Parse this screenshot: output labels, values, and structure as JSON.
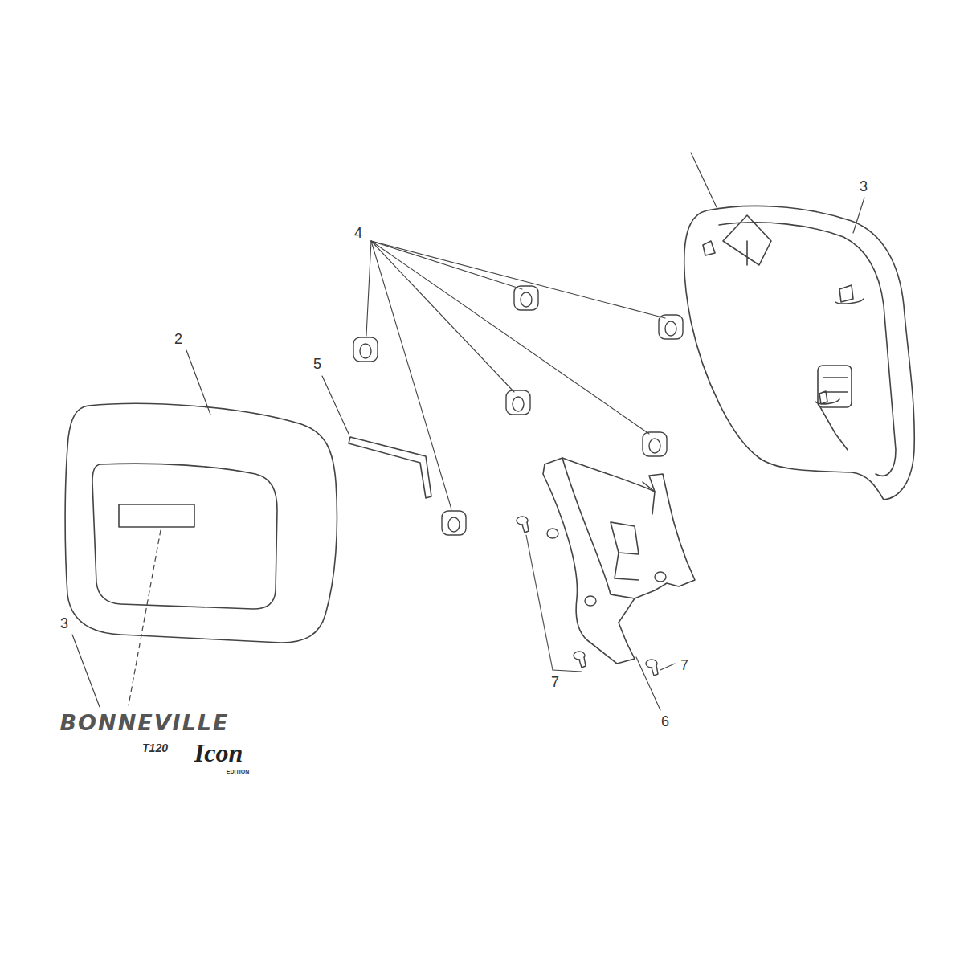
{
  "diagram": {
    "labels": [
      "3",
      "4",
      "2",
      "5",
      "3",
      "7",
      "7",
      "6",
      "BONNEVILLE",
      "T120",
      "Icon",
      "EDITION"
    ]
  }
}
